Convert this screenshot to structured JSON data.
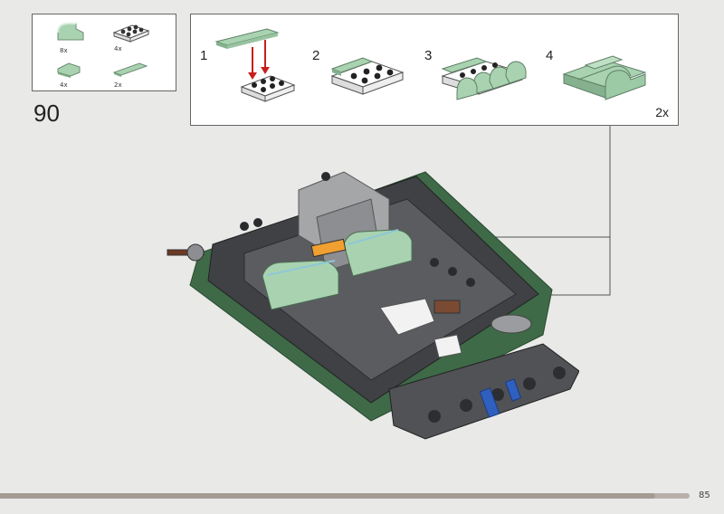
{
  "parts_list": [
    {
      "name": "curved-slope-green",
      "qty": "8x",
      "color": "#a9d3b0"
    },
    {
      "name": "plate-2x3-white",
      "qty": "4x",
      "color": "#ffffff"
    },
    {
      "name": "tile-corner-green",
      "qty": "4x",
      "color": "#a9d3b0"
    },
    {
      "name": "tile-1x4-green",
      "qty": "2x",
      "color": "#a9d3b0"
    }
  ],
  "step": {
    "number": "90"
  },
  "substeps": [
    {
      "number": "1"
    },
    {
      "number": "2"
    },
    {
      "number": "3"
    },
    {
      "number": "4"
    }
  ],
  "multiplier": "2x",
  "progress": {
    "fraction": 0.95
  },
  "page": {
    "number": "85"
  },
  "colors": {
    "sand_green": "#a9d3b0",
    "dark_green": "#3e6a47",
    "dark_gray": "#4b4d50",
    "light_gray": "#a4a6a8",
    "arrow_red": "#c81e1e"
  }
}
